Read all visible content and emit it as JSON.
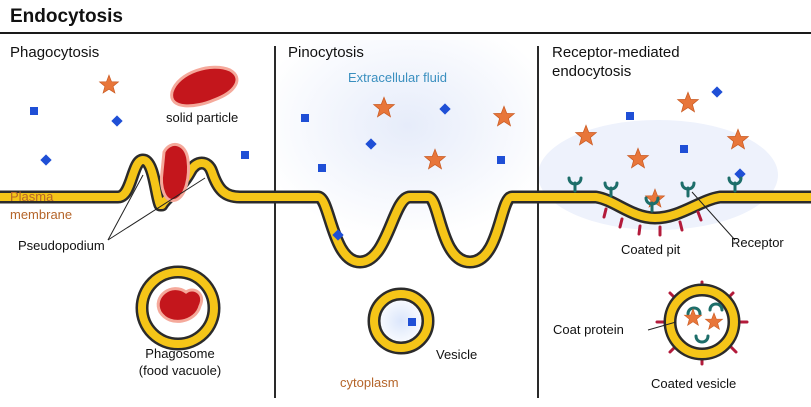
{
  "title": "Endocytosis",
  "sections": {
    "phagocytosis": {
      "heading": "Phagocytosis",
      "solid_particle": "solid particle",
      "plasma_membrane": [
        "Plasma",
        "membrane"
      ],
      "pseudopodium": "Pseudopodium",
      "phagosome": [
        "Phagosome",
        "(food vacuole)"
      ]
    },
    "pinocytosis": {
      "heading": "Pinocytosis",
      "extracellular_fluid": "Extracellular fluid",
      "vesicle": "Vesicle",
      "cytoplasm": "cytoplasm"
    },
    "receptor": {
      "heading": [
        "Receptor-mediated",
        "endocytosis"
      ],
      "coated_pit": "Coated pit",
      "receptor": "Receptor",
      "coat_protein": "Coat protein",
      "coated_vesicle": "Coated vesicle"
    }
  },
  "colors": {
    "membrane_fill": "#f5c518",
    "membrane_outline": "#2b2b2b",
    "particle": "#c4161c",
    "star": "#e8763a",
    "square": "#1f4fd6",
    "receptor": "#1d6e6a",
    "coat_protein": "#b31b3b",
    "label_brown": "#b5652a",
    "label_blue": "#3a8fbf",
    "text": "#111111"
  }
}
